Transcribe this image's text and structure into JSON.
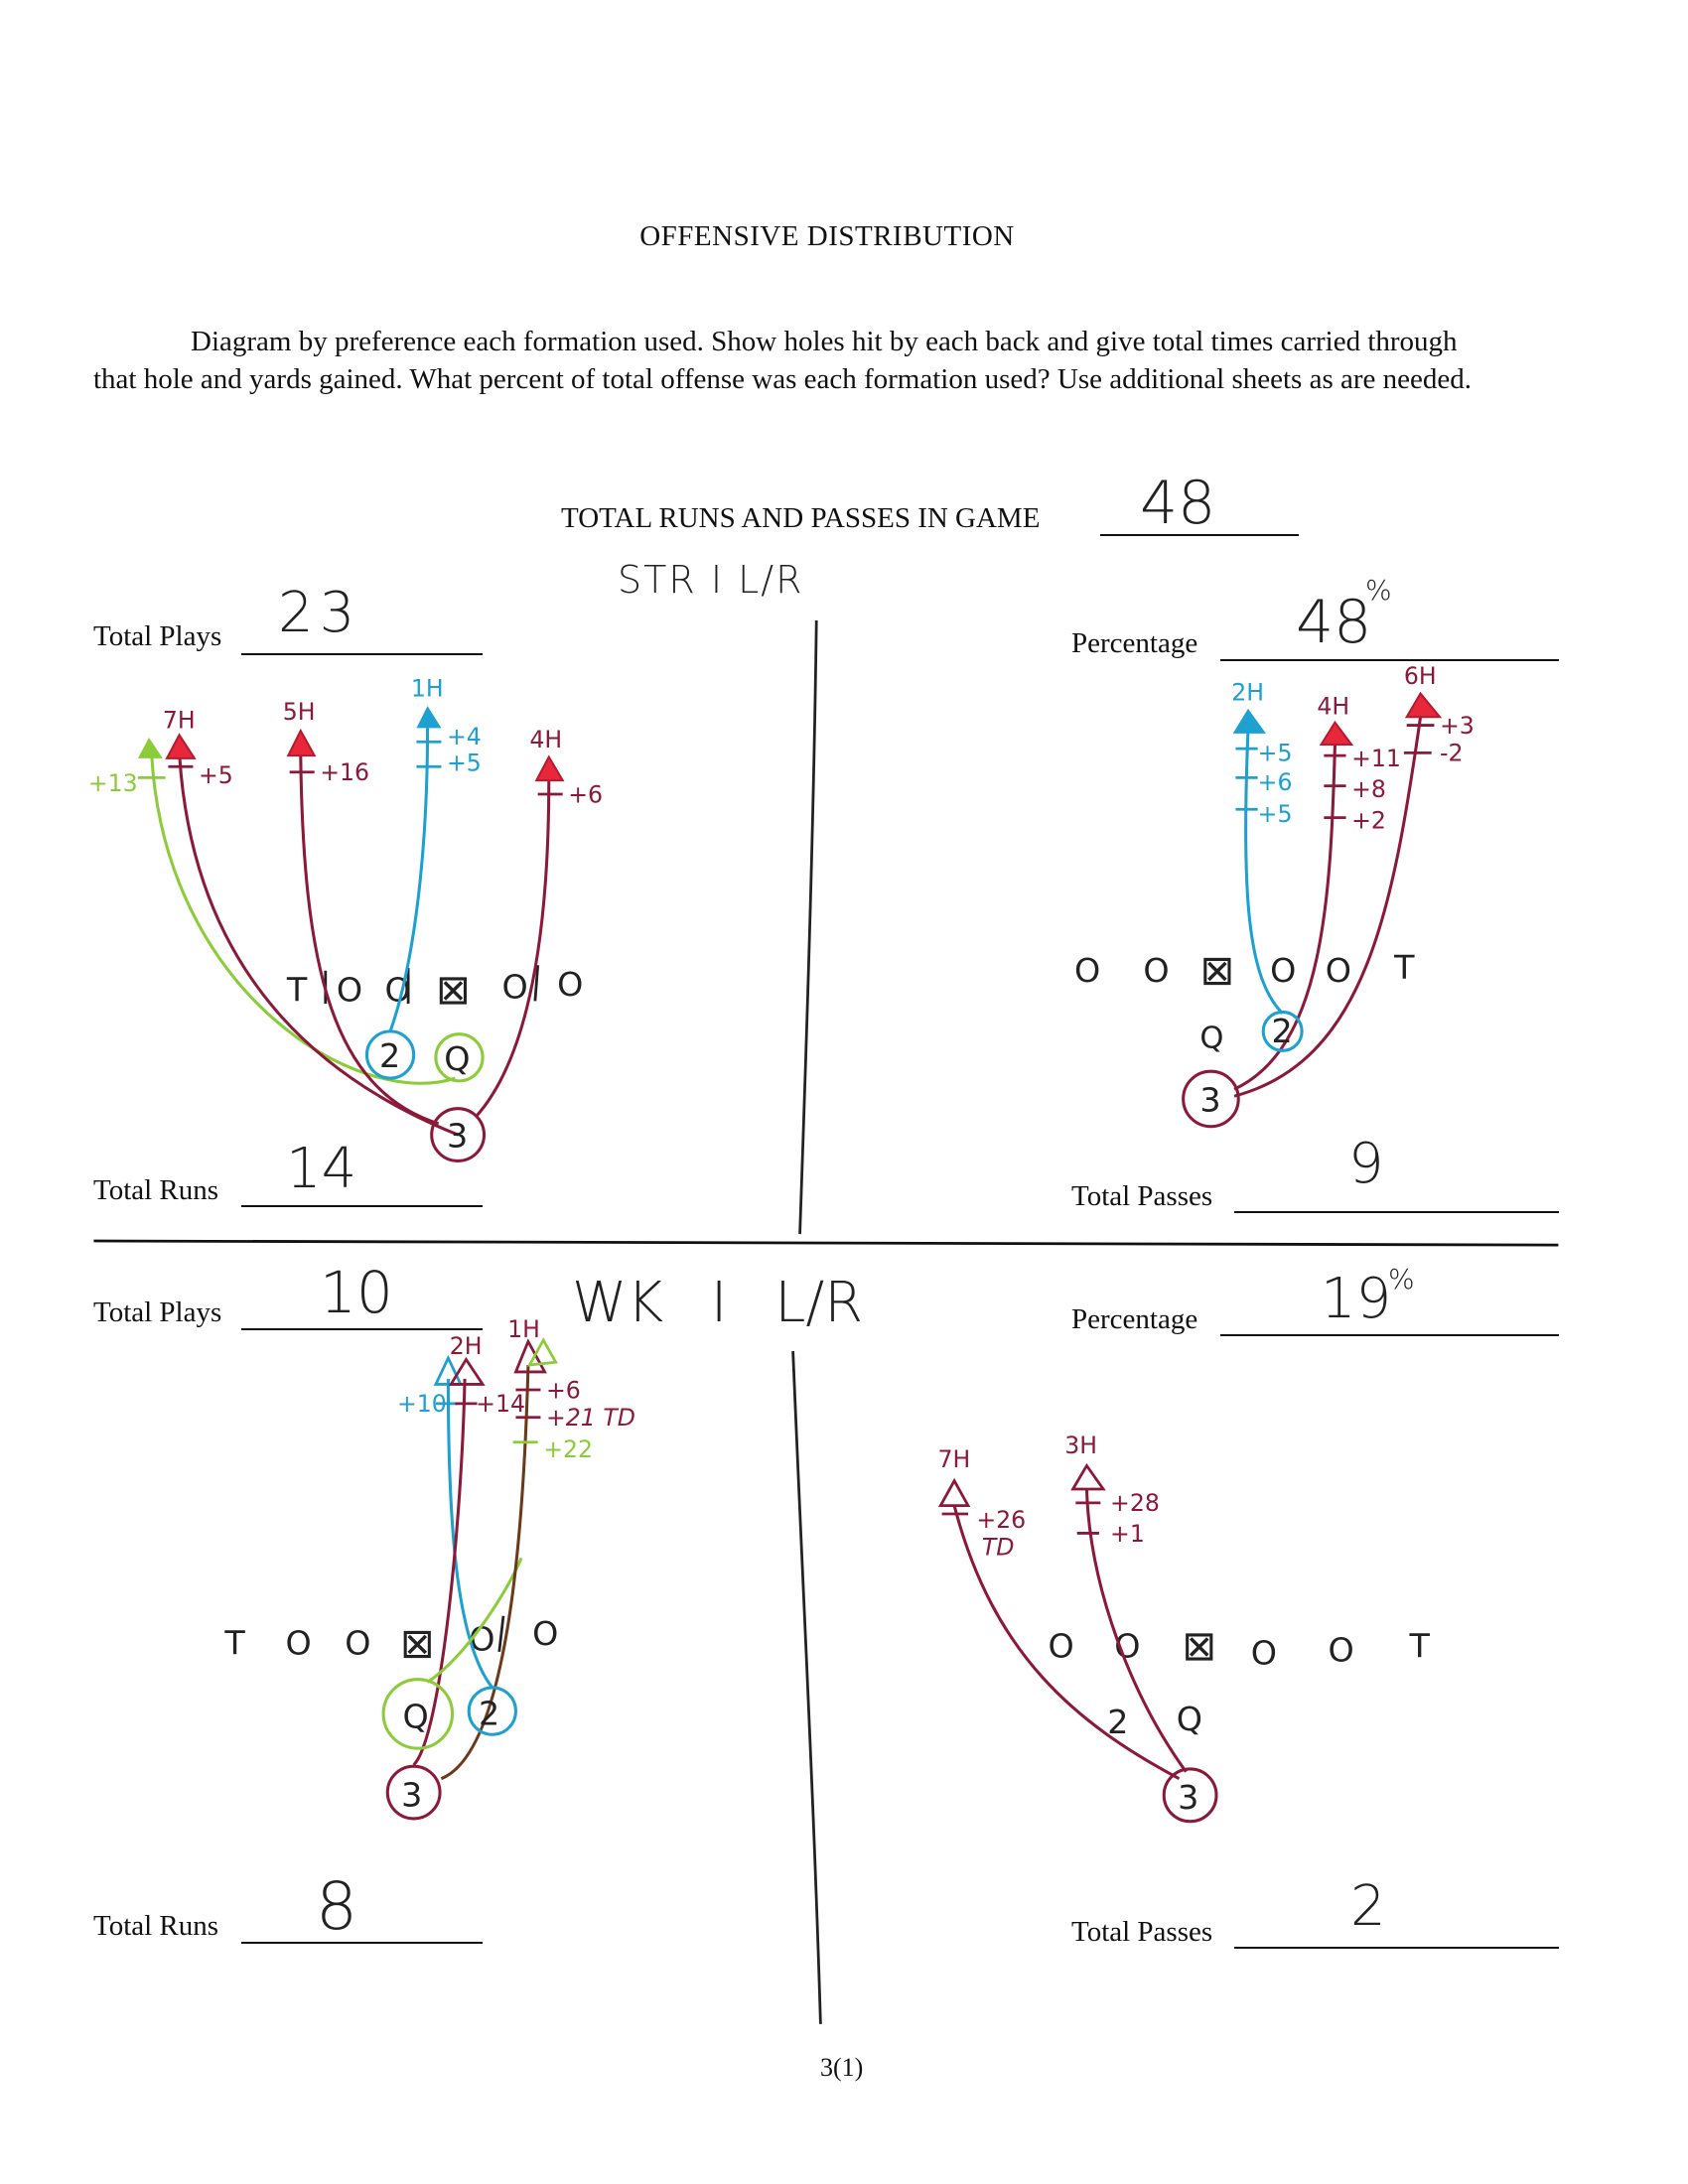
{
  "title": "OFFENSIVE DISTRIBUTION",
  "instructions": "Diagram by preference each formation used. Show holes hit by each back and give total times carried through that hole and yards gained. What percent of total offense was each formation used? Use additional sheets as are needed.",
  "game_total": {
    "label": "TOTAL RUNS AND PASSES IN GAME",
    "value": "48"
  },
  "labels": {
    "total_plays": "Total Plays",
    "percentage": "Percentage",
    "total_runs": "Total Runs",
    "total_passes": "Total Passes"
  },
  "colors": {
    "dark_red": "#8b1a3a",
    "red": "#e8283a",
    "blue": "#1ea0d0",
    "green": "#8ccc3a"
  },
  "formations": [
    {
      "name": "STR  I  L/R",
      "total_plays": "23",
      "percentage": "48",
      "percent_sign": "%",
      "total_runs": "14",
      "total_passes": "9",
      "run_diagram": {
        "line": [
          "T",
          "O",
          "O",
          "⊠",
          "O",
          "O"
        ],
        "backs": [
          "2",
          "Q",
          "3"
        ],
        "holes": [
          {
            "label": "7H",
            "gains": [
              "+5"
            ]
          },
          {
            "label": "",
            "gains": [
              "+13"
            ]
          },
          {
            "label": "5H",
            "gains": [
              "+16"
            ]
          },
          {
            "label": "1H",
            "gains": [
              "+4",
              "+5"
            ]
          },
          {
            "label": "4H",
            "gains": [
              "+6"
            ]
          }
        ]
      },
      "pass_diagram": {
        "line": [
          "O",
          "O",
          "⊠",
          "O",
          "O",
          "T"
        ],
        "backs": [
          "Q",
          "2",
          "3"
        ],
        "holes": [
          {
            "label": "2H",
            "gains": [
              "+5",
              "+6",
              "+5"
            ]
          },
          {
            "label": "4H",
            "gains": [
              "+11",
              "+8",
              "+2"
            ]
          },
          {
            "label": "6H",
            "gains": [
              "+3",
              "-2"
            ]
          }
        ]
      }
    },
    {
      "name": "WK  I  L/R",
      "total_plays": "10",
      "percentage": "19",
      "percent_sign": "%",
      "total_runs": "8",
      "total_passes": "2",
      "run_diagram": {
        "line": [
          "T",
          "O",
          "O",
          "⊠",
          "O",
          "O"
        ],
        "backs": [
          "Q",
          "2",
          "3"
        ],
        "holes": [
          {
            "label": "2H",
            "gains": [
              "+10",
              "+14"
            ]
          },
          {
            "label": "1H",
            "gains": [
              "+6",
              "+21 TD",
              "+22"
            ]
          }
        ]
      },
      "pass_diagram": {
        "line": [
          "O",
          "O",
          "⊠",
          "O",
          "O",
          "T"
        ],
        "backs": [
          "2",
          "Q",
          "3"
        ],
        "holes": [
          {
            "label": "7H",
            "gains": [
              "+26",
              "TD"
            ]
          },
          {
            "label": "3H",
            "gains": [
              "+28",
              "+1"
            ]
          }
        ]
      }
    }
  ],
  "page_number": "3(1)"
}
